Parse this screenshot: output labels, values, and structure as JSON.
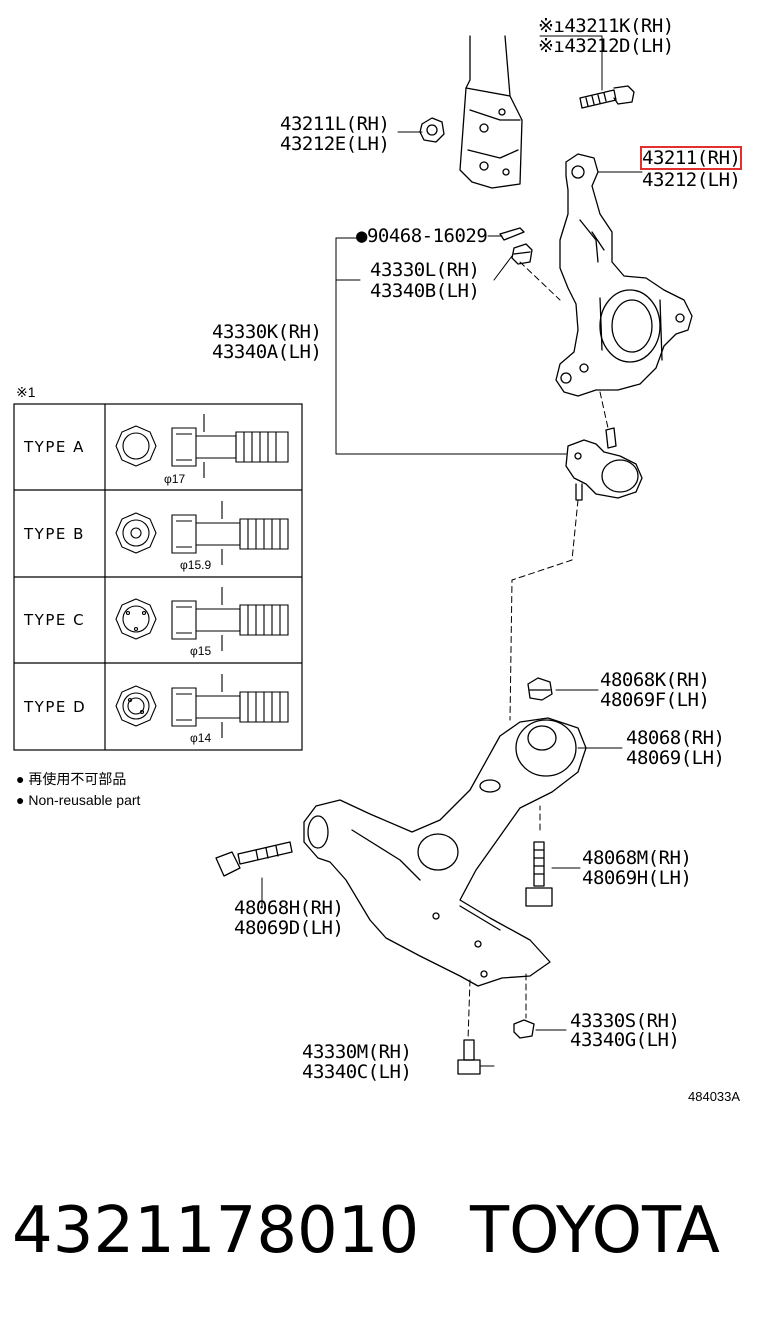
{
  "callouts": {
    "bolt_top_rh": "※ı43211K(RH)",
    "bolt_top_lh": "※ı43212D(LH)",
    "nut_top_rh": "43211L(RH)",
    "nut_top_lh": "43212E(LH)",
    "knuckle_rh": "43211(RH)",
    "knuckle_lh": "43212(LH)",
    "cotter_pin": "●90468-16029",
    "nut_ball_rh": "43330L(RH)",
    "nut_ball_lh": "43340B(LH)",
    "ball_joint_rh": "43330K(RH)",
    "ball_joint_lh": "43340A(LH)",
    "nut_arm_rh": "48068K(RH)",
    "nut_arm_lh": "48069F(LH)",
    "arm_rh": "48068(RH)",
    "arm_lh": "48069(LH)",
    "bolt_vert_rh": "48068M(RH)",
    "bolt_vert_lh": "48069H(LH)",
    "bolt_front_rh": "48068H(RH)",
    "bolt_front_lh": "48069D(LH)",
    "nut_bottom_rh": "43330S(RH)",
    "nut_bottom_lh": "43340G(LH)",
    "bolt_bottom_rh": "43330M(RH)",
    "bolt_bottom_lh": "43340C(LH)"
  },
  "table": {
    "note_mark": "※1",
    "rows": [
      {
        "type": "TYPE  A",
        "dia": "φ17"
      },
      {
        "type": "TYPE  B",
        "dia": "φ15.9"
      },
      {
        "type": "TYPE  C",
        "dia": "φ15"
      },
      {
        "type": "TYPE  D",
        "dia": "φ14"
      }
    ]
  },
  "legend": {
    "jp": "● 再使用不可部品",
    "en": "● Non-reusable part"
  },
  "drawing_id": "484033A",
  "part_number": "4321178010",
  "brand": "TOYOTA",
  "colors": {
    "highlight": "#e03030",
    "ink": "#000000"
  }
}
